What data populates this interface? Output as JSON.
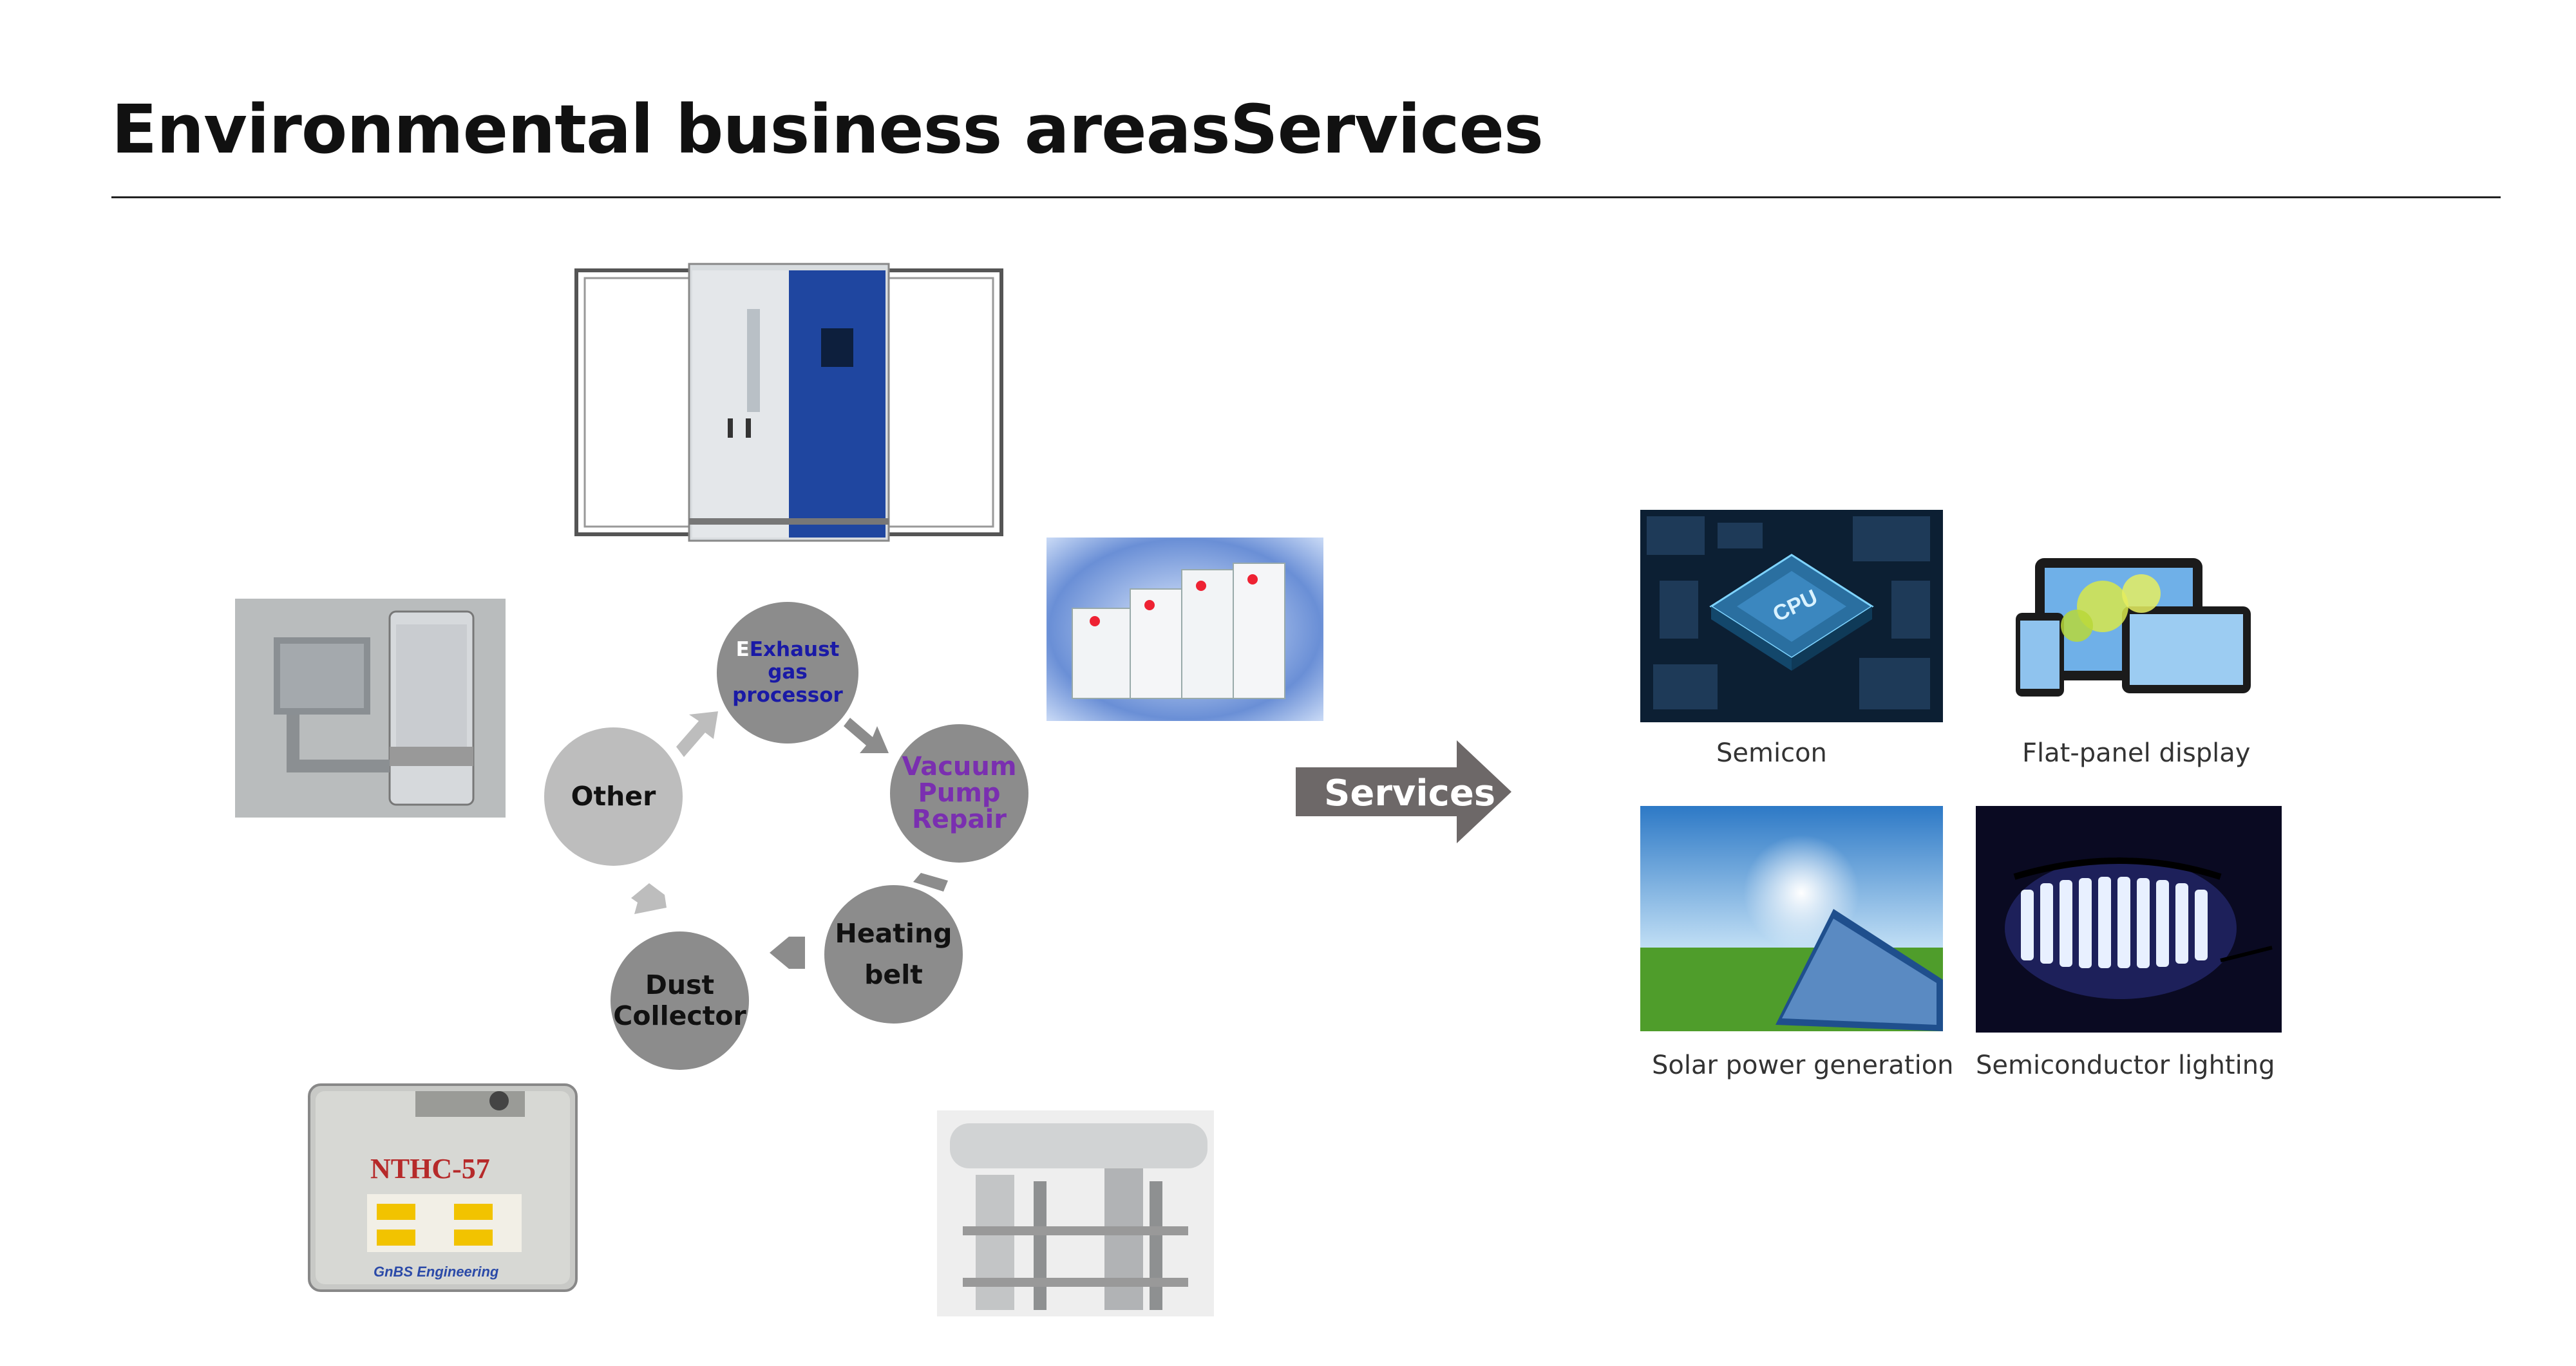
{
  "page": {
    "title": "Environmental business areasServices"
  },
  "cycle": {
    "exhaust": {
      "prefix": "E",
      "line1": "Exhaust gas",
      "line2": "processor"
    },
    "vacuum": {
      "line1": "Vacuum",
      "line2": "Pump",
      "line3": "Repair"
    },
    "heating": {
      "line1": "Heating",
      "line2": "belt"
    },
    "dust": {
      "line1": "Dust",
      "line2": "Collector"
    },
    "other": {
      "label": "Other"
    }
  },
  "services_arrow": {
    "label": "Services"
  },
  "product_photos": {
    "heater_label_model": "NTHC-57",
    "heater_label_brand": "GnBS Engineering"
  },
  "applications": [
    {
      "caption": "Semicon",
      "chip_text": "CPU"
    },
    {
      "caption": "Flat-panel display"
    },
    {
      "caption": "Solar power generation"
    },
    {
      "caption": "Semiconductor lighting"
    }
  ],
  "colors": {
    "exhaust_text": "#1a1aa6",
    "vacuum_text": "#7a2fb0",
    "arrow_fill": "#6d6868",
    "node_dark": "#8c8c8c",
    "node_light": "#bdbdbd"
  }
}
